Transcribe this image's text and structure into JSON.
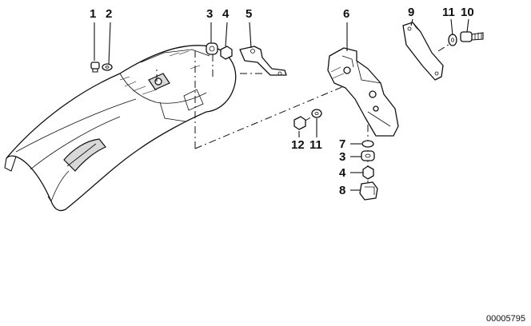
{
  "callouts": [
    {
      "id": "c1",
      "label": "1"
    },
    {
      "id": "c2",
      "label": "2"
    },
    {
      "id": "c3a",
      "label": "3"
    },
    {
      "id": "c4a",
      "label": "4"
    },
    {
      "id": "c5",
      "label": "5"
    },
    {
      "id": "c6",
      "label": "6"
    },
    {
      "id": "c9",
      "label": "9"
    },
    {
      "id": "c11a",
      "label": "11"
    },
    {
      "id": "c10",
      "label": "10"
    },
    {
      "id": "c12",
      "label": "12"
    },
    {
      "id": "c11b",
      "label": "11"
    },
    {
      "id": "c7",
      "label": "7"
    },
    {
      "id": "c3b",
      "label": "3"
    },
    {
      "id": "c4b",
      "label": "4"
    },
    {
      "id": "c8",
      "label": "8"
    }
  ],
  "document_number": "00005795"
}
